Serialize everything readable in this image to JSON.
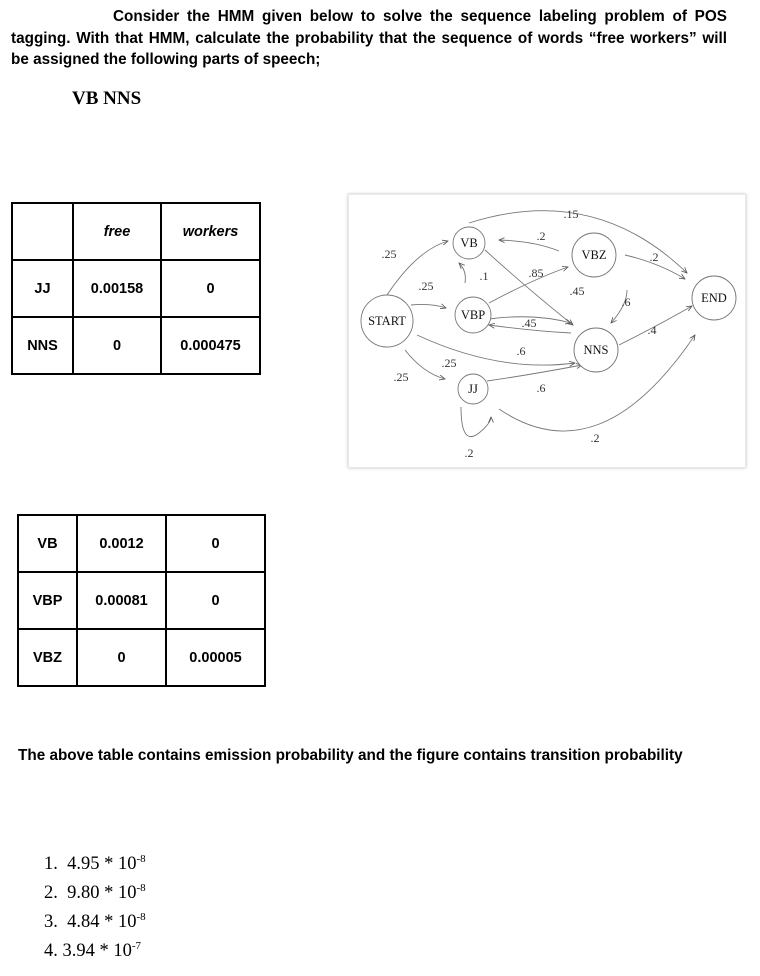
{
  "question": {
    "text": "Consider the HMM given below to solve the sequence labeling problem of POS tagging. With that HMM, calculate the probability that the sequence of words “free workers” will be assigned the following parts of speech;",
    "target_tags": "VB NNS"
  },
  "emission_table_1": {
    "header": [
      "",
      "free",
      "workers"
    ],
    "rows": [
      [
        "JJ",
        "0.00158",
        "0"
      ],
      [
        "NNS",
        "0",
        "0.000475"
      ]
    ]
  },
  "emission_table_2": {
    "rows": [
      [
        "VB",
        "0.0012",
        "0"
      ],
      [
        "VBP",
        "0.00081",
        "0"
      ],
      [
        "VBZ",
        "0",
        "0.00005"
      ]
    ]
  },
  "diagram": {
    "nodes": [
      {
        "id": "START",
        "label": "START"
      },
      {
        "id": "VB",
        "label": "VB"
      },
      {
        "id": "VBP",
        "label": "VBP"
      },
      {
        "id": "JJ",
        "label": "JJ"
      },
      {
        "id": "VBZ",
        "label": "VBZ"
      },
      {
        "id": "NNS",
        "label": "NNS"
      },
      {
        "id": "END",
        "label": "END"
      }
    ],
    "edges": [
      {
        "from": "START",
        "to": "VB",
        "p": ".25"
      },
      {
        "from": "START",
        "to": "VBP",
        "p": ".25"
      },
      {
        "from": "START",
        "to": "JJ",
        "p": ".25"
      },
      {
        "from": "START",
        "to": "NNS",
        "p": ".25"
      },
      {
        "from": "VBP",
        "to": "VB",
        "p": ".1"
      },
      {
        "from": "VBZ",
        "to": "VB",
        "p": ".2"
      },
      {
        "from": "VB",
        "to": "END",
        "p": ".15"
      },
      {
        "from": "VB",
        "to": "NNS",
        "p": ".85"
      },
      {
        "from": "VBP",
        "to": "VBZ",
        "p": ".45"
      },
      {
        "from": "VBP",
        "to": "NNS",
        "p": ".45"
      },
      {
        "from": "NNS",
        "to": "VBP",
        "p": ".6"
      },
      {
        "from": "VBZ",
        "to": "END",
        "p": ".2"
      },
      {
        "from": "VBZ",
        "to": "NNS",
        "p": ".6"
      },
      {
        "from": "NNS",
        "to": "END",
        "p": ".4"
      },
      {
        "from": "JJ",
        "to": "NNS",
        "p": ".6"
      },
      {
        "from": "JJ",
        "to": "JJ",
        "p": ".2"
      },
      {
        "from": "JJ",
        "to": "END",
        "p": ".2"
      }
    ]
  },
  "note": "The above table contains emission probability and the figure contains transition probability",
  "options": [
    {
      "num": "1.",
      "mantissa": "4.95 * 10",
      "exp": "-8"
    },
    {
      "num": "2.",
      "mantissa": "9.80 * 10",
      "exp": "-8"
    },
    {
      "num": "3.",
      "mantissa": "4.84 * 10",
      "exp": "-8"
    },
    {
      "num": "4.",
      "mantissa": "3.94 * 10",
      "exp": "-7"
    }
  ]
}
